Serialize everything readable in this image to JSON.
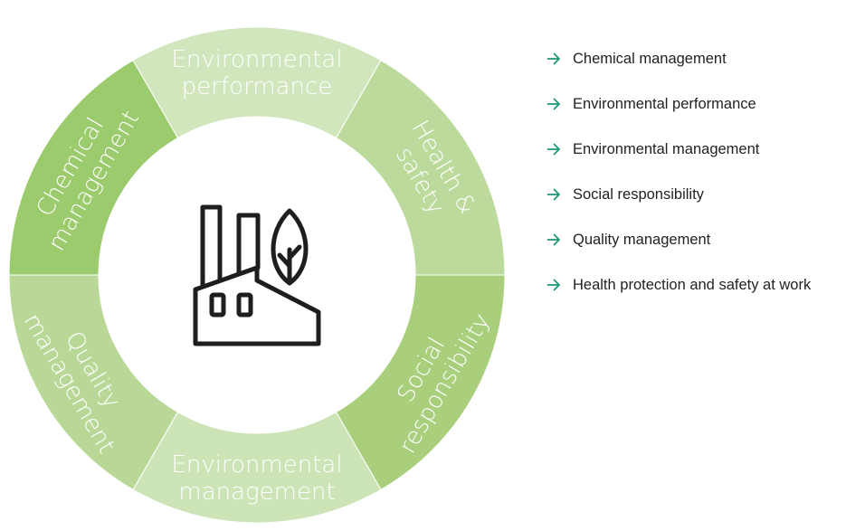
{
  "segments": [
    {
      "id": "environmental-performance",
      "lines": [
        "Environmental",
        "performance"
      ],
      "color": "#d1e6bd"
    },
    {
      "id": "health-safety",
      "lines": [
        "Health &",
        "safety"
      ],
      "color": "#bdda9d"
    },
    {
      "id": "social-responsibility",
      "lines": [
        "Social",
        "responsibility"
      ],
      "color": "#a9cf7d"
    },
    {
      "id": "environmental-management",
      "lines": [
        "Environmental",
        "management"
      ],
      "color": "#cde4b7"
    },
    {
      "id": "quality-management",
      "lines": [
        "Quality",
        "management"
      ],
      "color": "#b9d898"
    },
    {
      "id": "chemical-management",
      "lines": [
        "Chemical",
        "management"
      ],
      "color": "#9ccb6d"
    }
  ],
  "center_icon": "factory-leaf-icon",
  "legend": {
    "arrow_icon": "arrow-right-icon",
    "arrow_color": "#1a9a7b",
    "items": [
      "Chemical management",
      "Environmental performance",
      "Environmental management",
      "Social responsibility",
      "Quality management",
      "Health protection and safety at work"
    ]
  }
}
